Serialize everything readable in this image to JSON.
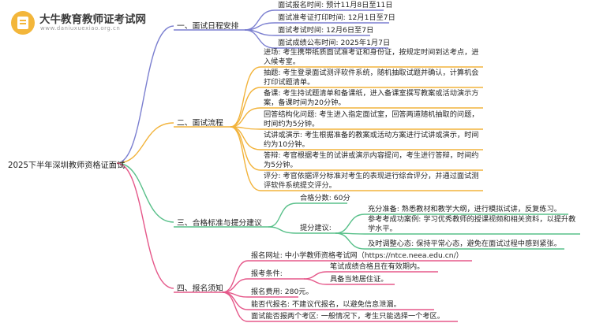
{
  "brand": {
    "name": "大牛教育教师证考试网",
    "url": "www.daniuxuexiao.org.cn",
    "logo_icon": "book-icon",
    "logo_color": "#f3b63a"
  },
  "root": "2025下半年深圳教师资格证面试",
  "branch_colors": {
    "schedule": "#7b7fd0",
    "process": "#f2b33b",
    "standard": "#59c08a",
    "notice": "#e5588a"
  },
  "sections": {
    "schedule": {
      "title": "一、面试日程安排",
      "items": [
        "面试报名时间: 预计11月8日至11日",
        "面试准考证打印时间: 12月1日至7日",
        "面试考试时间: 12月6日至7日",
        "面试成绩公布时间: 2025年1月7日"
      ]
    },
    "process": {
      "title": "二、面试流程",
      "items": [
        "进场: 考生携带纸质面试准考证和身份证，按规定时间到达考点，进入候考室。",
        "抽题: 考生登录面试测评软件系统，随机抽取试题并确认，计算机会打印试题清单。",
        "备课: 考生持试题清单和备课纸，进入备课室撰写教案或活动演示方案，备课时间为20分钟。",
        "回答结构化问题: 考生进入指定面试室，回答两道随机抽取的问题，时间约为5分钟。",
        "试讲或演示: 考生根据准备的教案或活动方案进行试讲或演示，时间约为10分钟。",
        "答辩: 考官根据考生的试讲或演示内容提问，考生进行答辩，时间约为5分钟。",
        "评分: 考官依据评分标准对考生的表现进行综合评分，并通过面试测评软件系统提交评分。"
      ]
    },
    "standard": {
      "title": "三、合格标准与提分建议",
      "pass_score": "合格分数: 60分",
      "advice_label": "提分建议:",
      "advice": [
        "充分准备: 熟悉教材和教学大纲，进行模拟试讲，反复练习。",
        "参考考成功案例: 学习优秀教师的授课视频和相关资料，以提升教学水平。",
        "及时调整心态: 保持平常心态，避免在面试过程中感到紧张。"
      ]
    },
    "notice": {
      "title": "四、报名须知",
      "site": "报名网址: 中小学教师资格考试网（https://ntce.neea.edu.cn/）",
      "cond_label": "报考条件:",
      "conditions": [
        "笔试成绩合格且在有效期内。",
        "具备当地居住证。"
      ],
      "fee": "报名费用: 280元。",
      "proxy": "能否代报名: 不建议代报名，以避免信息泄漏。",
      "multi": "面试能否报两个考区: 一般情况下，考生只能选择一个考区。"
    }
  }
}
